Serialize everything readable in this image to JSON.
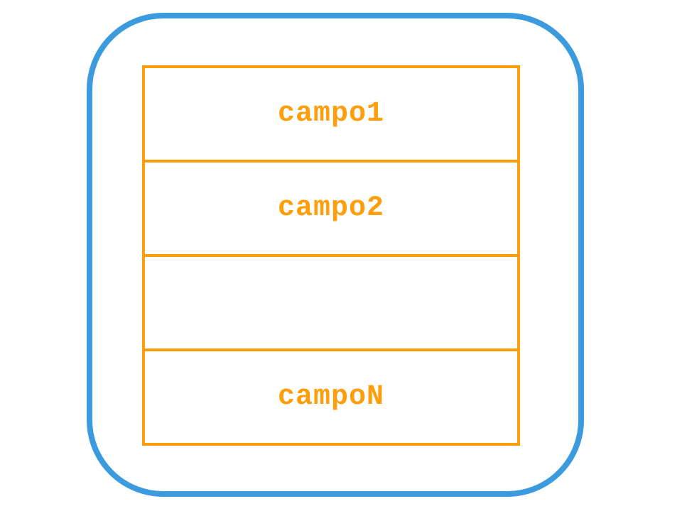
{
  "colors": {
    "container_border": "#3c9ade",
    "field_border": "#ff9e0a",
    "field_text": "#ff9e0a"
  },
  "fields": [
    {
      "label": "campo1"
    },
    {
      "label": "campo2"
    },
    {
      "label": ""
    },
    {
      "label": "campoN"
    }
  ]
}
